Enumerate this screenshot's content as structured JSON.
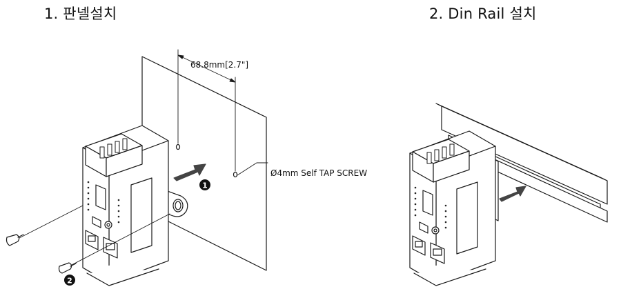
{
  "titles": {
    "panel_install": "1. 판넬설치",
    "din_rail_install": "2. Din Rail 설치"
  },
  "callouts": {
    "hole_spacing": "68.8mm[2.7\"]",
    "screw_spec": "Ø4mm Self TAP SCREW",
    "step_1": "1",
    "step_2": "2"
  },
  "colors": {
    "line": "#1a1a1a",
    "badge": "#111111",
    "arrow": "#444444"
  }
}
